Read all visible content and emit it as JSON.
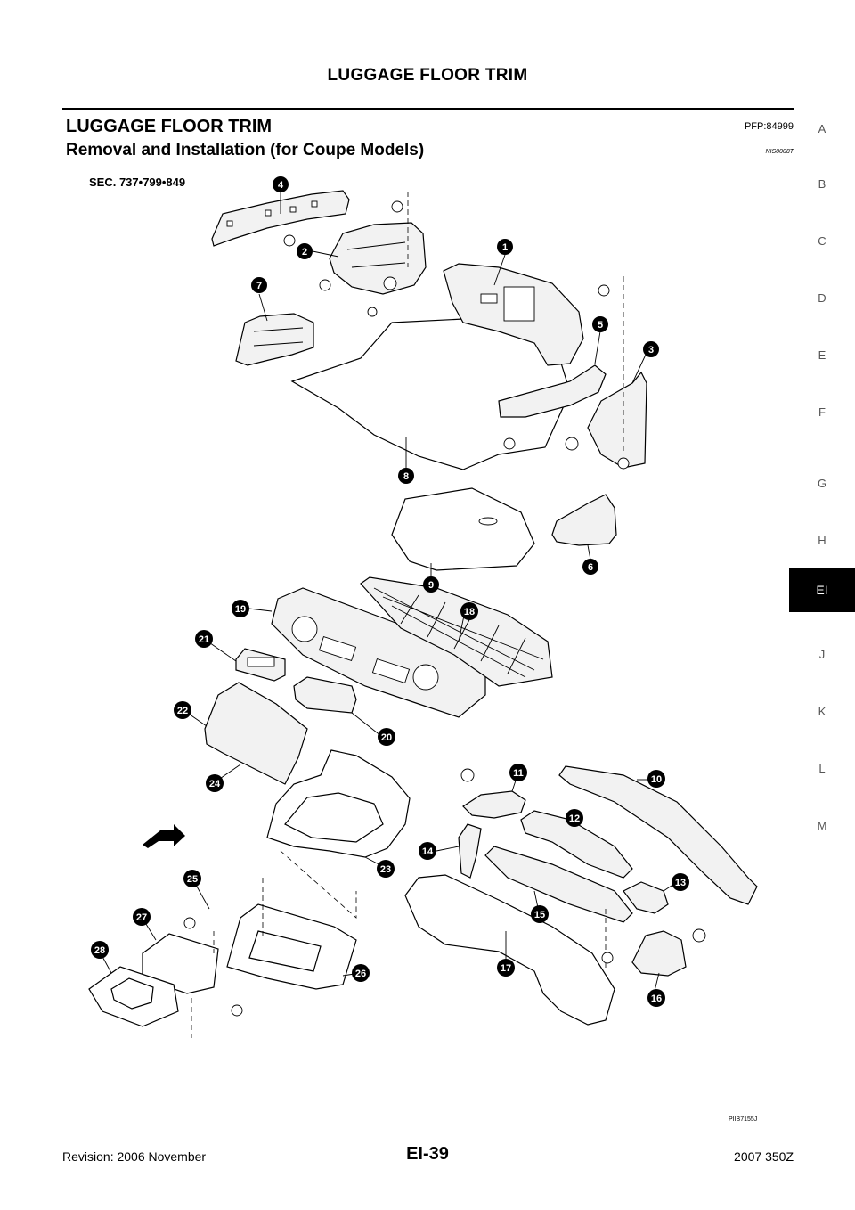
{
  "header": {
    "title": "LUGGAGE FLOOR TRIM"
  },
  "section": {
    "title": "LUGGAGE FLOOR TRIM",
    "pfp": "PFP:84999",
    "subtitle": "Removal and Installation (for Coupe Models)",
    "nis_code": "NIS0008T"
  },
  "side_tabs": [
    "A",
    "B",
    "C",
    "D",
    "E",
    "F",
    "G",
    "H",
    "EI",
    "J",
    "K",
    "L",
    "M"
  ],
  "active_tab": "EI",
  "diagram": {
    "sec_label": "SEC. 737•799•849",
    "ref_code": "PIIB7155J",
    "callouts": [
      "1",
      "2",
      "3",
      "4",
      "5",
      "6",
      "7",
      "8",
      "9",
      "10",
      "11",
      "12",
      "13",
      "14",
      "15",
      "16",
      "17",
      "18",
      "19",
      "20",
      "21",
      "22",
      "23",
      "24",
      "25",
      "26",
      "27",
      "28"
    ]
  },
  "footer": {
    "revision": "Revision: 2006 November",
    "page": "EI-39",
    "model": "2007 350Z"
  }
}
